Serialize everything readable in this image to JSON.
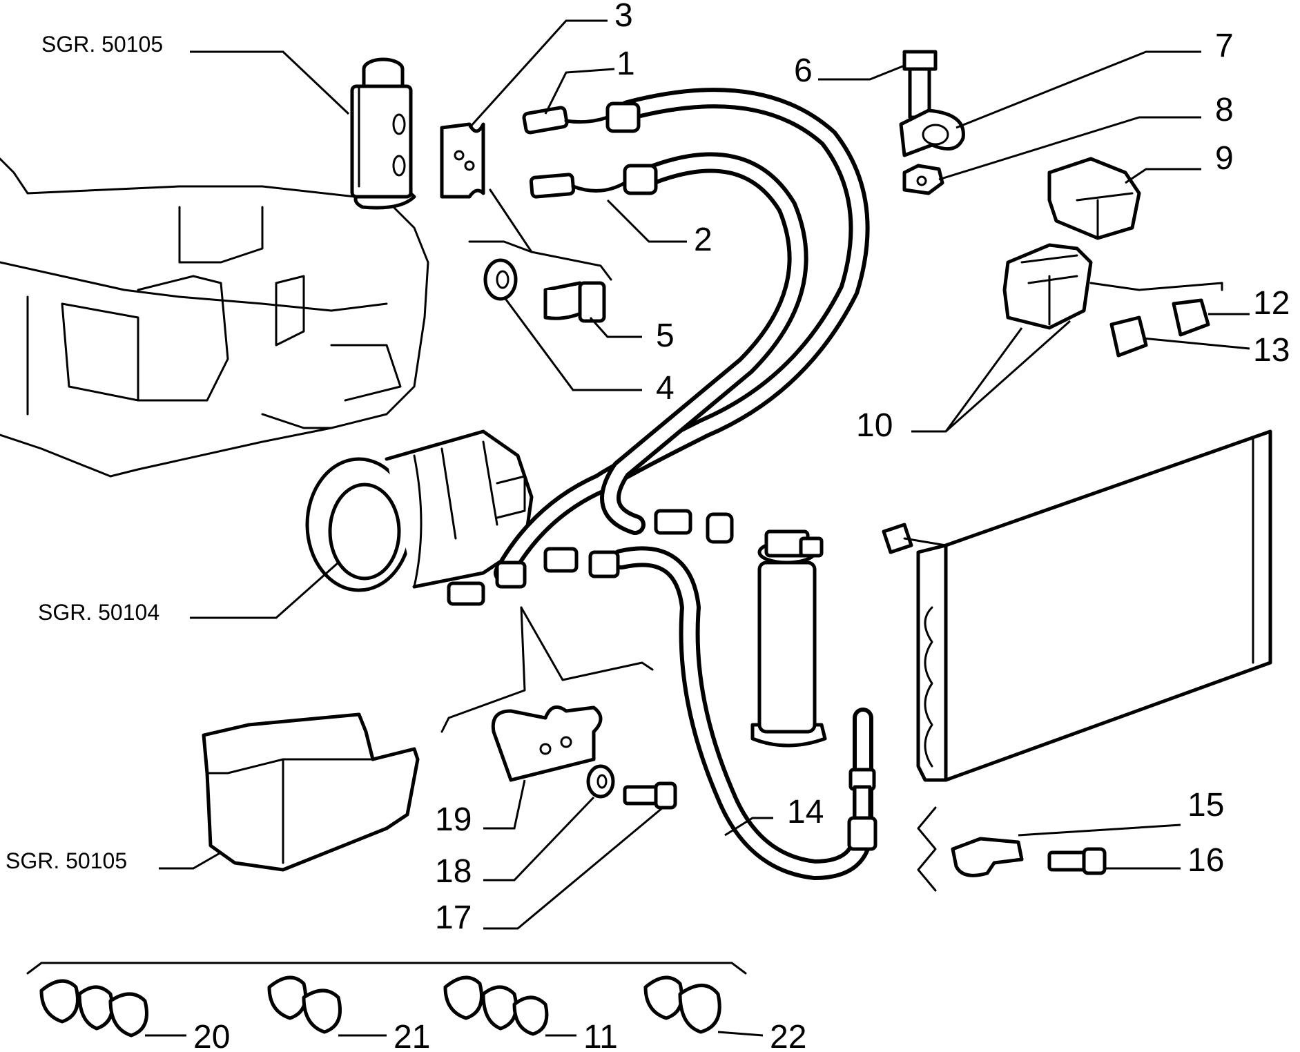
{
  "references": {
    "ref_top": "SGR. 50105",
    "ref_compressor": "SGR. 50104",
    "ref_bottom": "SGR. 50105"
  },
  "callouts": {
    "c1": "1",
    "c2": "2",
    "c3": "3",
    "c4": "4",
    "c5": "5",
    "c6": "6",
    "c7": "7",
    "c8": "8",
    "c9": "9",
    "c10": "10",
    "c11": "11",
    "c12": "12",
    "c13": "13",
    "c14": "14",
    "c15": "15",
    "c16": "16",
    "c17": "17",
    "c18": "18",
    "c19": "19",
    "c20": "20",
    "c21": "21",
    "c22": "22"
  }
}
